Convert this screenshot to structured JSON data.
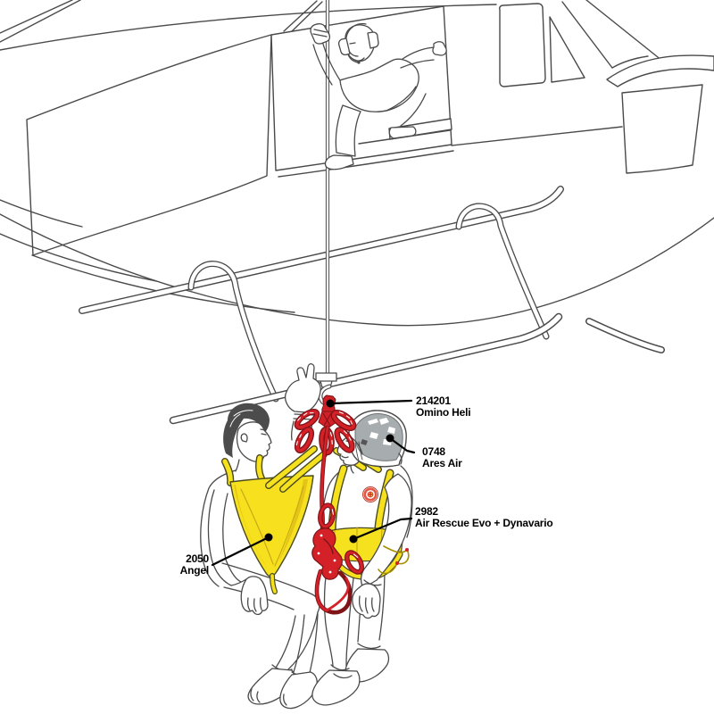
{
  "labels": [
    {
      "code": "214201",
      "name": "Omino Heli"
    },
    {
      "code": "0748",
      "name": "Ares Air"
    },
    {
      "code": "2982",
      "name": "Air Rescue Evo + Dynavario"
    },
    {
      "code": "2050",
      "name": "Angel"
    }
  ],
  "colors": {
    "line_art": "#4a4a4a",
    "equipment_red": "#d42127",
    "equipment_red_dark": "#7e1318",
    "equipment_yellow": "#f6e11f",
    "helmet_grey": "#a7acae",
    "label_text": "#000000",
    "background": "#ffffff"
  }
}
